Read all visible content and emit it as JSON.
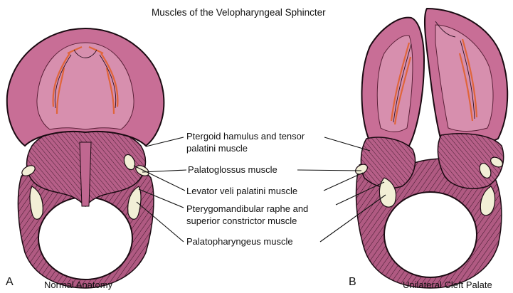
{
  "figure": {
    "title": "Muscles of the Velopharyngeal Sphincter",
    "labels": [
      {
        "id": "ptergoid",
        "lines": [
          "Ptergoid hamulus and tensor",
          "palatini muscle"
        ]
      },
      {
        "id": "palatoglossus",
        "lines": [
          "Palatoglossus muscle"
        ]
      },
      {
        "id": "levator",
        "lines": [
          "Levator veli palatini muscle"
        ]
      },
      {
        "id": "pterygomandibular",
        "lines": [
          "Pterygomandibular raphe and",
          "superior constrictor muscle"
        ]
      },
      {
        "id": "palatopharyngeus",
        "lines": [
          "Palatopharyngeus muscle"
        ]
      }
    ],
    "panels": [
      {
        "letter": "A",
        "caption": "Normal Anatomy"
      },
      {
        "letter": "B",
        "caption": "Unilateral Cleft Palate"
      }
    ]
  },
  "colors": {
    "palate_fill": "#c86e96",
    "palate_light": "#d78fae",
    "muscle_fill": "#b05a82",
    "muscle_stroke": "#2a1020",
    "vessel": "#e0653a",
    "bone": "#f2efd6",
    "outline": "#1b0a12"
  }
}
